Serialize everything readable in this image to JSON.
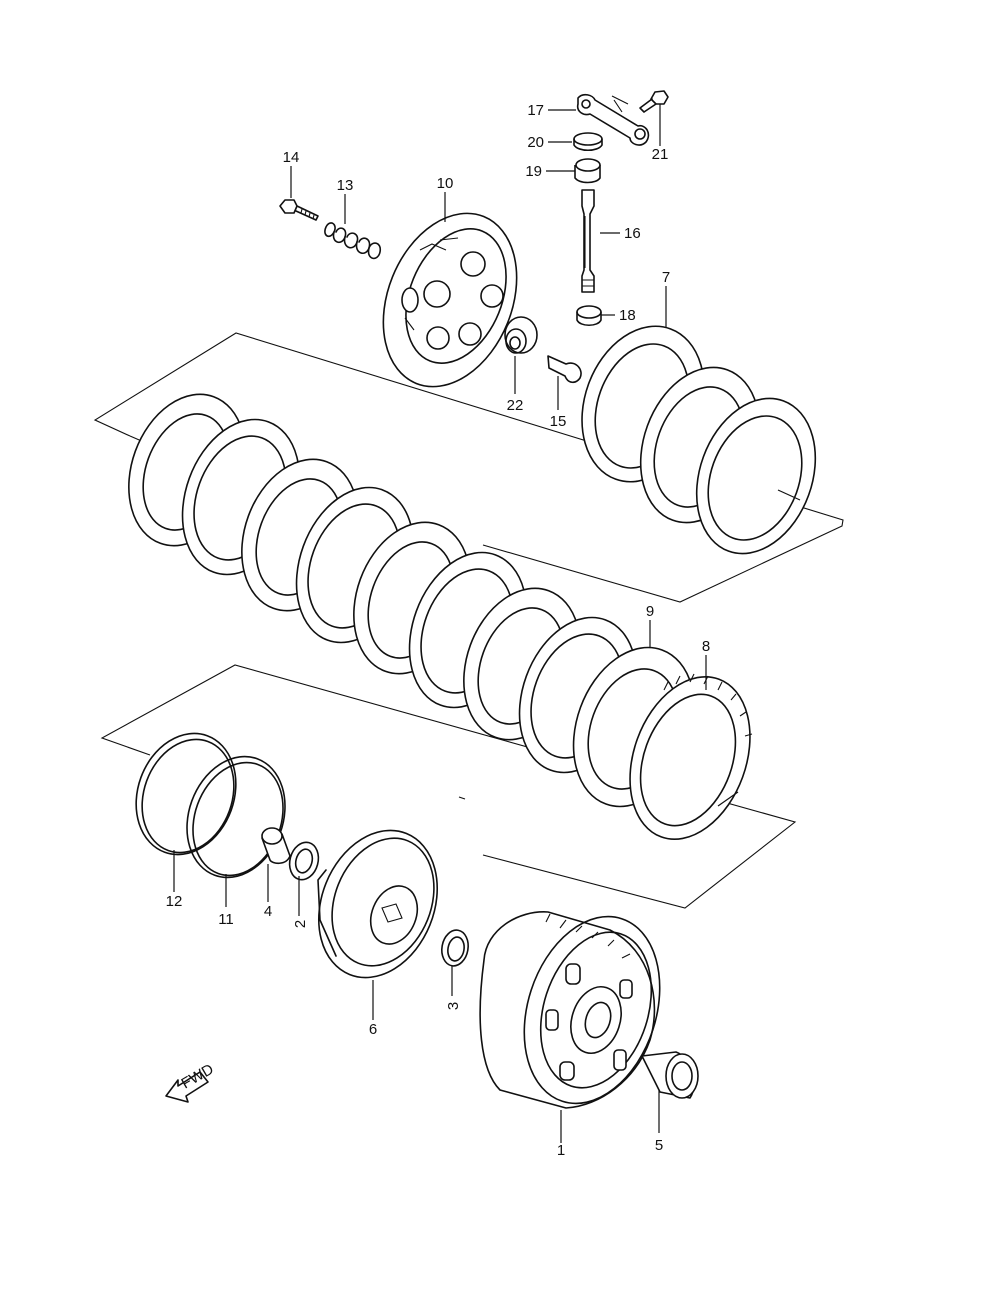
{
  "diagram": {
    "callouts": [
      {
        "id": "c1",
        "label": "1"
      },
      {
        "id": "c2",
        "label": "2"
      },
      {
        "id": "c3",
        "label": "3"
      },
      {
        "id": "c4",
        "label": "4"
      },
      {
        "id": "c5",
        "label": "5"
      },
      {
        "id": "c6",
        "label": "6"
      },
      {
        "id": "c7",
        "label": "7"
      },
      {
        "id": "c8",
        "label": "8"
      },
      {
        "id": "c9",
        "label": "9"
      },
      {
        "id": "c10",
        "label": "10"
      },
      {
        "id": "c11",
        "label": "11"
      },
      {
        "id": "c12",
        "label": "12"
      },
      {
        "id": "c13",
        "label": "13"
      },
      {
        "id": "c14",
        "label": "14"
      },
      {
        "id": "c15",
        "label": "15"
      },
      {
        "id": "c16",
        "label": "16"
      },
      {
        "id": "c17",
        "label": "17"
      },
      {
        "id": "c18",
        "label": "18"
      },
      {
        "id": "c19",
        "label": "19"
      },
      {
        "id": "c20",
        "label": "20"
      },
      {
        "id": "c21",
        "label": "21"
      },
      {
        "id": "c22",
        "label": "22"
      }
    ],
    "direction_arrow": {
      "label": "FWD",
      "icon": "forward-arrow-icon"
    }
  }
}
